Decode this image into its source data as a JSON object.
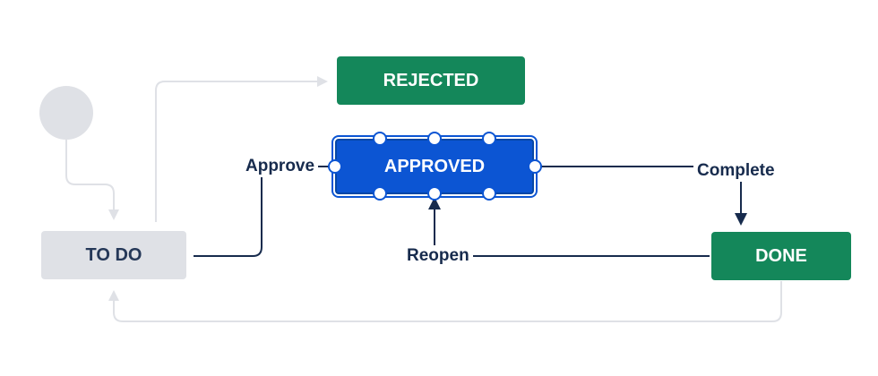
{
  "colors": {
    "todo_bg": "#dfe1e6",
    "todo_text": "#253858",
    "done_bg": "#14875a",
    "selected_bg": "#0c55d3",
    "line_dark": "#172b4d",
    "line_light": "#dfe1e6",
    "start_circle": "#dfe1e6"
  },
  "statuses": {
    "todo": "TO DO",
    "rejected": "REJECTED",
    "approved": "APPROVED",
    "done": "DONE"
  },
  "transitions": {
    "approve": "Approve",
    "complete": "Complete",
    "reopen": "Reopen"
  }
}
